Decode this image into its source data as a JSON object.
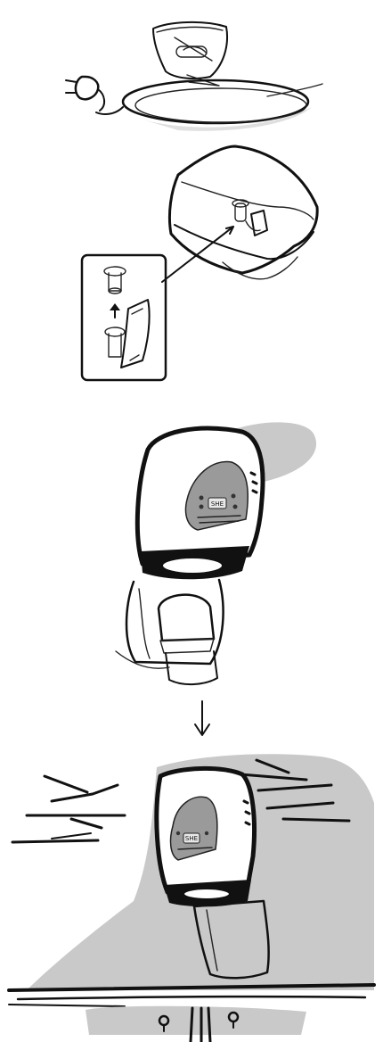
{
  "figure": {
    "steps": [
      {
        "id": "step-1",
        "icon": "plug-and-cord-icon"
      },
      {
        "id": "step-2",
        "icon": "ceiling-mount-icon"
      },
      {
        "id": "step-3",
        "icon": "dispenser-unit-icon"
      },
      {
        "id": "step-4",
        "icon": "installed-unit-icon"
      }
    ],
    "display_label": "SHE",
    "colors": {
      "ink": "#111111",
      "shade": "#c9c9c9",
      "panel": "#9a9a9a"
    }
  }
}
